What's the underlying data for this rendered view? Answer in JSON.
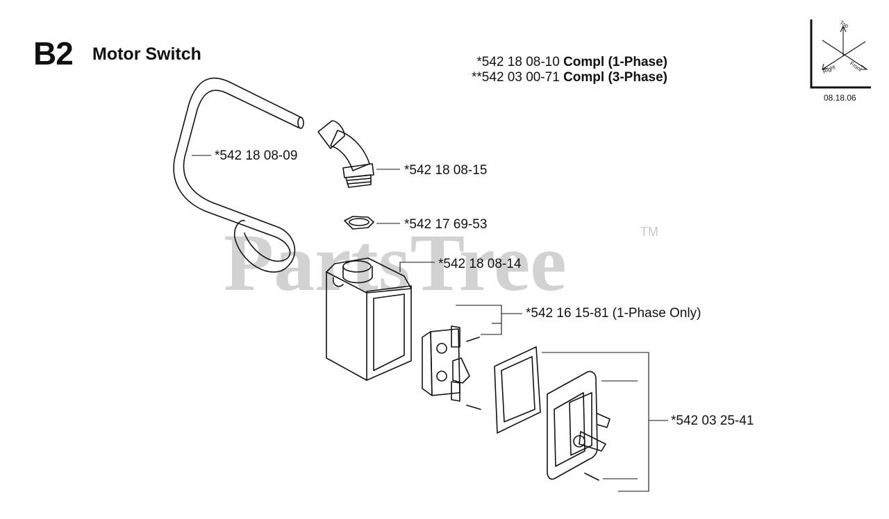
{
  "header": {
    "section_code": "B2",
    "section_title": "Motor Switch",
    "kits": [
      {
        "number": "*542 18 08-10",
        "desc": "Compl (1-Phase)"
      },
      {
        "number": "**542 03 00-71",
        "desc": "Compl (3-Phase)"
      }
    ]
  },
  "orientation": {
    "top": "Top",
    "right": "Right",
    "front": "Front",
    "date": "08.18.06"
  },
  "parts": [
    {
      "label": "*542 18 08-09"
    },
    {
      "label": "*542 18 08-15"
    },
    {
      "label": "*542 17 69-53"
    },
    {
      "label": "*542 18 08-14"
    },
    {
      "label": "*542 16 15-81 (1-Phase Only)"
    },
    {
      "label": "*542 03 25-41"
    }
  ],
  "watermark": {
    "text": "PartsTree",
    "tm": "TM"
  }
}
